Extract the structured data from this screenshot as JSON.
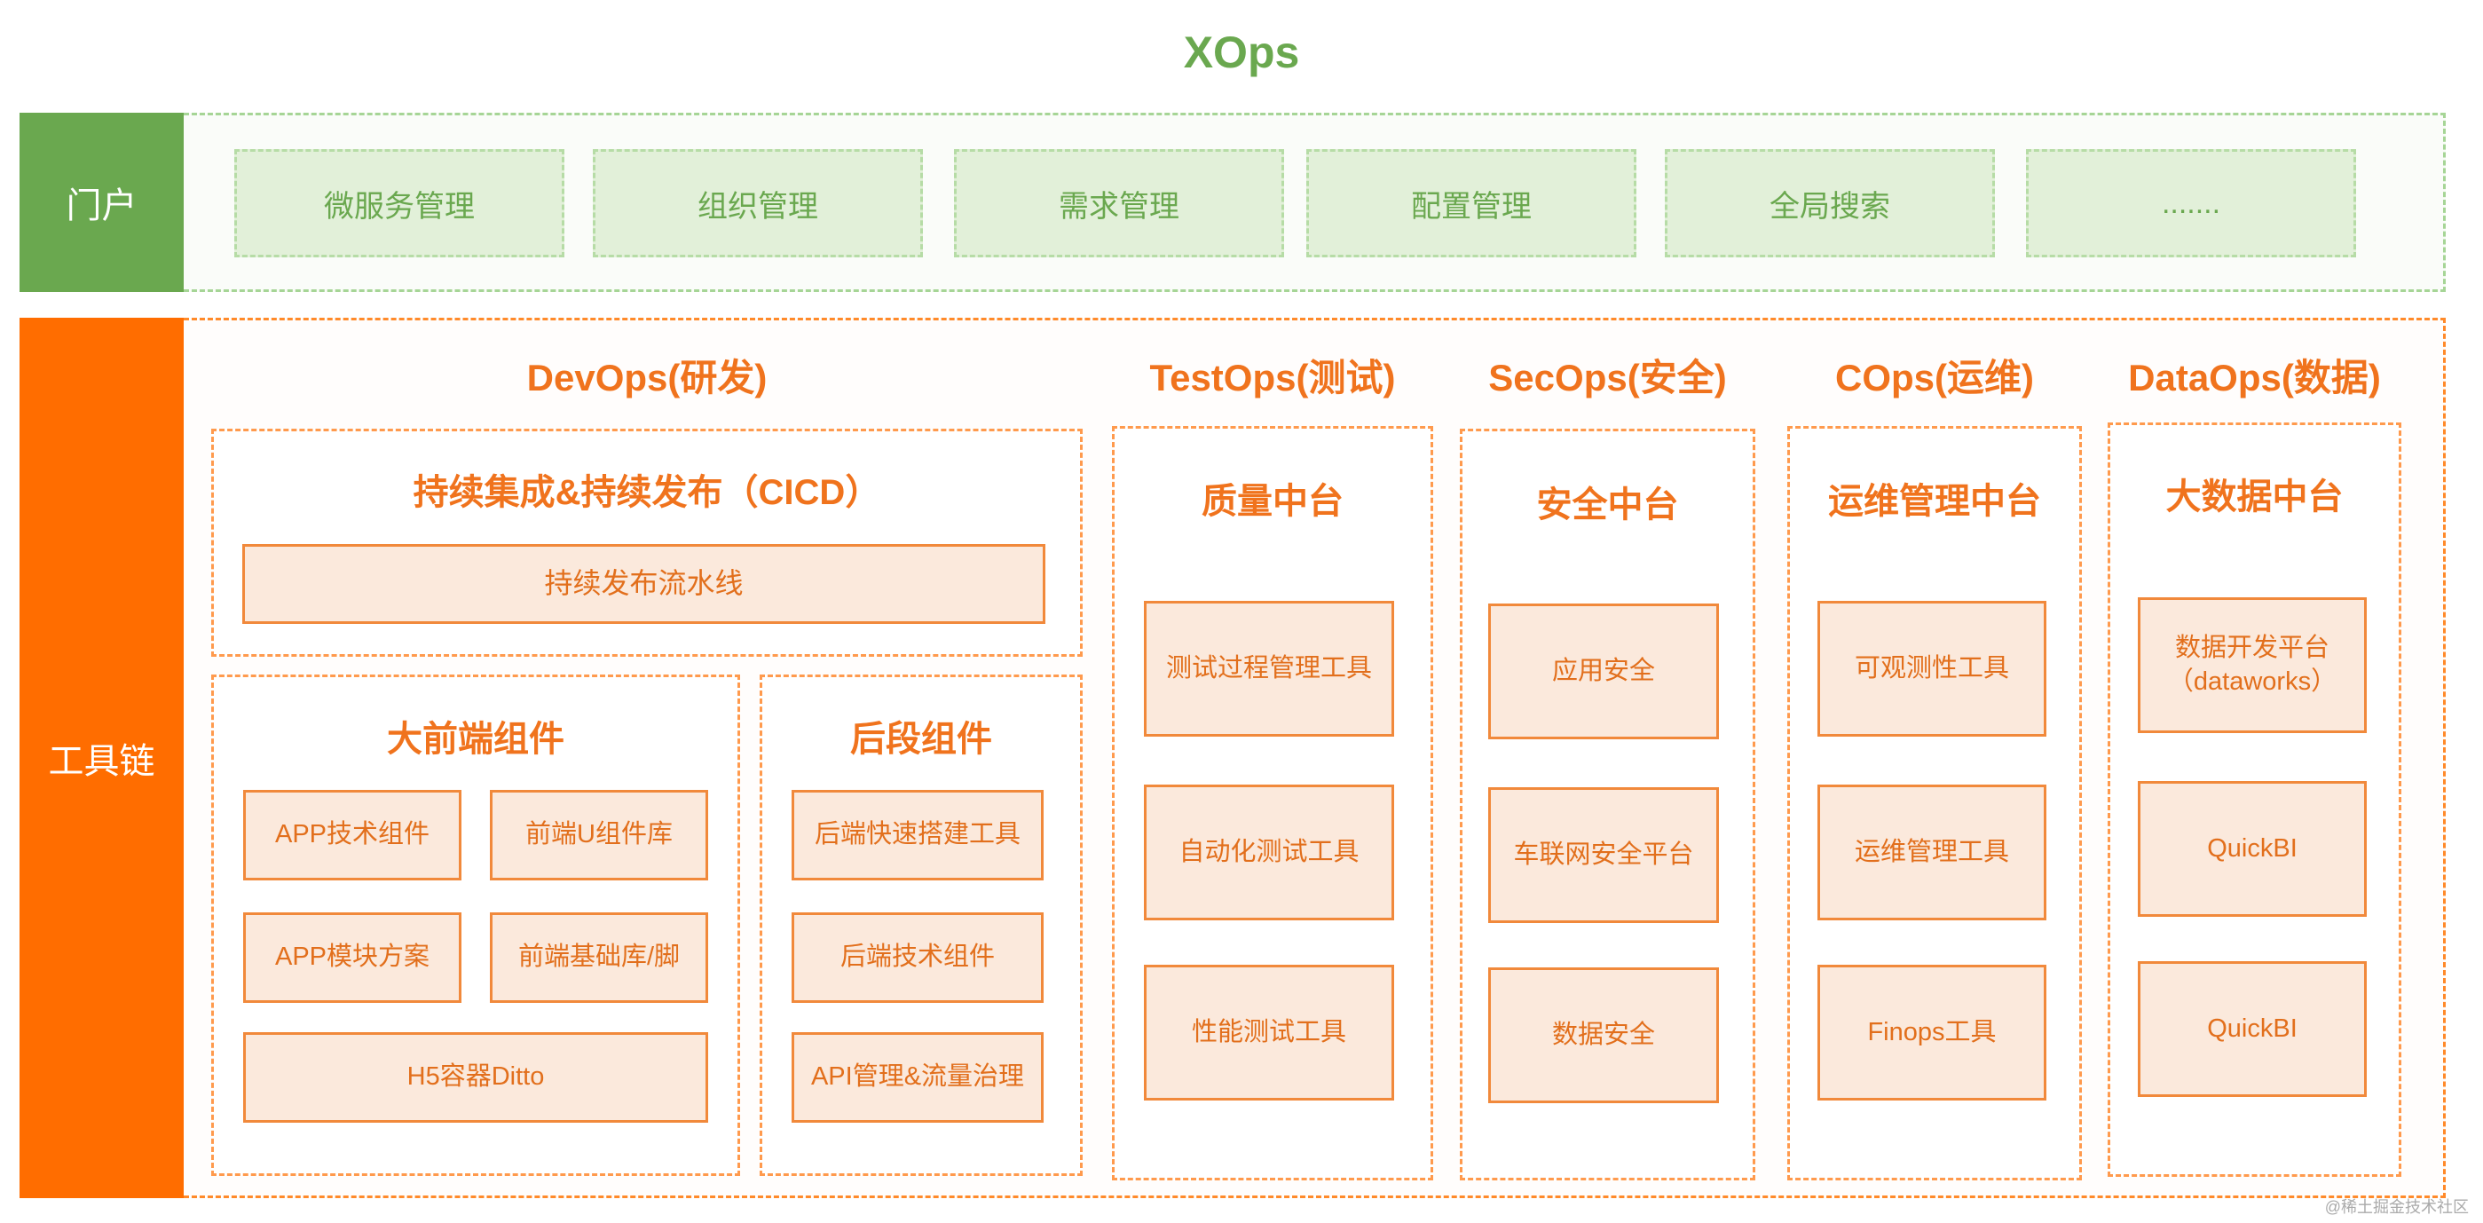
{
  "title": "XOps",
  "portal": {
    "label": "门户",
    "items": [
      "微服务管理",
      "组织管理",
      "需求管理",
      "配置管理",
      "全局搜索",
      "......."
    ]
  },
  "toolchain": {
    "label": "工具链",
    "devops": {
      "heading": "DevOps(研发)",
      "cicd": {
        "title": "持续集成&持续发布（CICD）",
        "pipeline": "持续发布流水线"
      },
      "frontend": {
        "title": "大前端组件",
        "items": [
          "APP技术组件",
          "前端U组件库",
          "APP模块方案",
          "前端基础库/脚",
          "H5容器Ditto"
        ]
      },
      "backend": {
        "title": "后段组件",
        "items": [
          "后端快速搭建工具",
          "后端技术组件",
          "API管理&流量治理"
        ]
      }
    },
    "testops": {
      "heading": "TestOps(测试)",
      "title": "质量中台",
      "items": [
        "测试过程管理工具",
        "自动化测试工具",
        "性能测试工具"
      ]
    },
    "secops": {
      "heading": "SecOps(安全)",
      "title": "安全中台",
      "items": [
        "应用安全",
        "车联网安全平台",
        "数据安全"
      ]
    },
    "cops": {
      "heading": "COps(运维)",
      "title": "运维管理中台",
      "items": [
        "可观测性工具",
        "运维管理工具",
        "Finops工具"
      ]
    },
    "dataops": {
      "heading": "DataOps(数据)",
      "title": "大数据中台",
      "items": [
        "数据开发平台（dataworks）",
        "QuickBI",
        "QuickBI"
      ]
    }
  },
  "watermark": "@稀土掘金技术社区",
  "colors": {
    "green": "#6aa84f",
    "orange": "#ff6d00",
    "box_fill": "#fbe9dc",
    "box_border": "#f1893b"
  }
}
